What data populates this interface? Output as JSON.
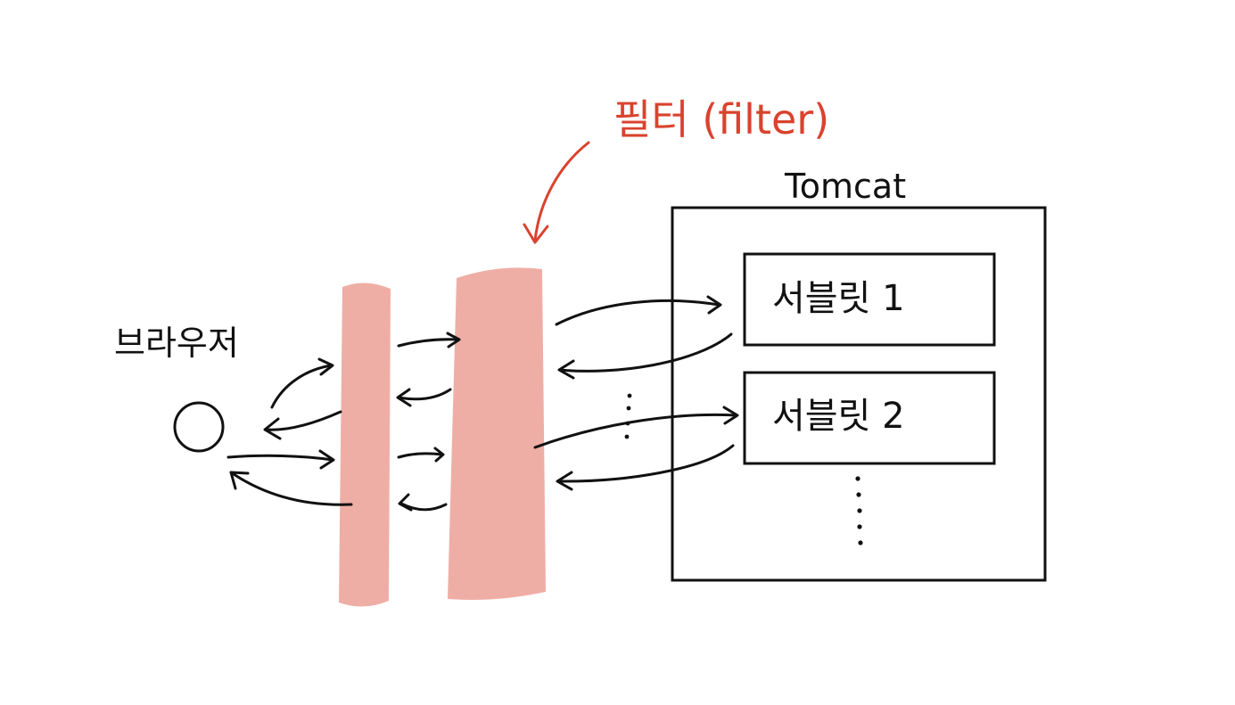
{
  "diagram": {
    "filter_label": "필터 (filter)",
    "tomcat_label": "Tomcat",
    "browser_label": "브라우저",
    "servlets": [
      {
        "label": "서블릿 1"
      },
      {
        "label": "서블릿 2"
      }
    ],
    "colors": {
      "filter_bar": "#eeaea6",
      "filter_label": "#d9432e",
      "ink": "#111111",
      "background": "#ffffff"
    }
  }
}
